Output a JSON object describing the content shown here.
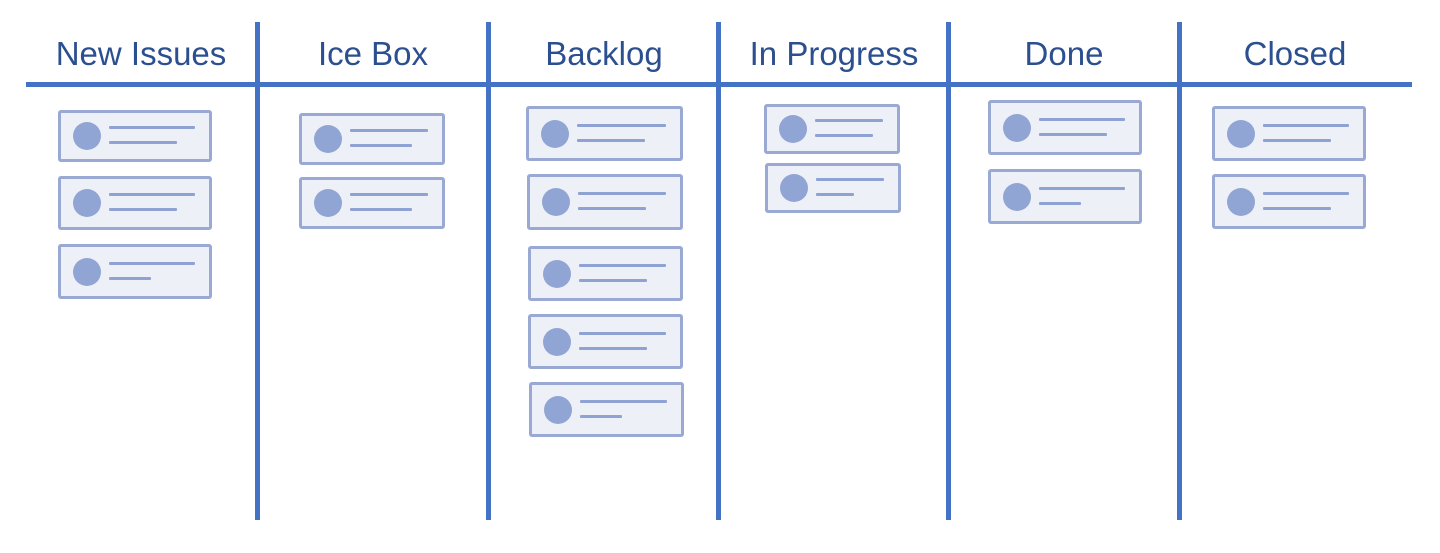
{
  "board": {
    "columns": [
      {
        "title": "New Issues",
        "cards": 3
      },
      {
        "title": "Ice Box",
        "cards": 2
      },
      {
        "title": "Backlog",
        "cards": 5
      },
      {
        "title": "In Progress",
        "cards": 2
      },
      {
        "title": "Done",
        "cards": 2
      },
      {
        "title": "Closed",
        "cards": 2
      }
    ]
  },
  "colors": {
    "accent": "#4472c4",
    "title_text": "#2b4f8f",
    "card_fill": "#eef0f7",
    "card_border": "#9aa9d3",
    "avatar": "#91a5d4"
  }
}
